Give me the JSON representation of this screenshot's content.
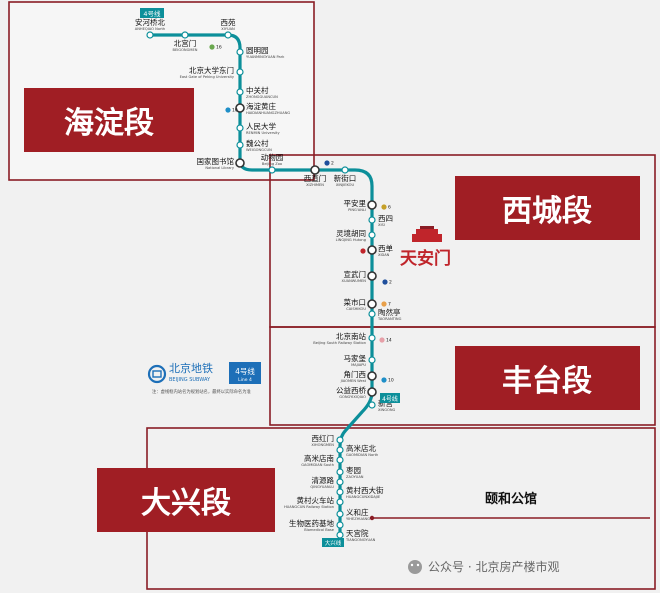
{
  "line": {
    "badge": "4号线",
    "badge_en": "Line 4",
    "color": "#0c8f9a"
  },
  "segments": [
    {
      "label": "海淀段"
    },
    {
      "label": "西城段"
    },
    {
      "label": "丰台段"
    },
    {
      "label": "大兴段"
    }
  ],
  "stations": [
    {
      "zh": "安河桥北",
      "en": "ANHEQIAO North"
    },
    {
      "zh": "北宫门",
      "en": "BEIGONGMEN"
    },
    {
      "zh": "西苑",
      "en": "XIYUAN"
    },
    {
      "zh": "圆明园",
      "en": "YUANMINGYUAN Park"
    },
    {
      "zh": "北京大学东门",
      "en": "East Gate of Peking University"
    },
    {
      "zh": "中关村",
      "en": "ZHONGGUANCUN"
    },
    {
      "zh": "海淀黄庄",
      "en": "HAIDIANHUANGZHUANG"
    },
    {
      "zh": "人民大学",
      "en": "RENMIN University"
    },
    {
      "zh": "魏公村",
      "en": "WEIGONGCUN"
    },
    {
      "zh": "国家图书馆",
      "en": "National Library"
    },
    {
      "zh": "动物园",
      "en": "Beijing Zoo"
    },
    {
      "zh": "西直门",
      "en": "XIZHIMEN"
    },
    {
      "zh": "新街口",
      "en": "XINJIEKOU"
    },
    {
      "zh": "平安里",
      "en": "PING'ANLI"
    },
    {
      "zh": "西四",
      "en": "XISI"
    },
    {
      "zh": "灵境胡同",
      "en": "LINGJING Hutong"
    },
    {
      "zh": "西单",
      "en": "XIDAN"
    },
    {
      "zh": "宣武门",
      "en": "XUANWUMEN"
    },
    {
      "zh": "菜市口",
      "en": "CAISHIKOU"
    },
    {
      "zh": "陶然亭",
      "en": "TAORANTING"
    },
    {
      "zh": "北京南站",
      "en": "Beijing South Railway Station"
    },
    {
      "zh": "马家堡",
      "en": "MAJIAPU"
    },
    {
      "zh": "角门西",
      "en": "JIAOMEN West"
    },
    {
      "zh": "公益西桥",
      "en": "GONGYIXIQIAO"
    },
    {
      "zh": "新宫",
      "en": "XINGONG"
    },
    {
      "zh": "西红门",
      "en": "XIHONGMEN"
    },
    {
      "zh": "高米店北",
      "en": "GAOMIDIAN North"
    },
    {
      "zh": "高米店南",
      "en": "GAOMIDIAN South"
    },
    {
      "zh": "枣园",
      "en": "ZAOYUAN"
    },
    {
      "zh": "清源路",
      "en": "QINGYUANLU"
    },
    {
      "zh": "黄村西大街",
      "en": "HUANGCUNXIDAJIE"
    },
    {
      "zh": "黄村火车站",
      "en": "HUANGCUN Railway Station"
    },
    {
      "zh": "义和庄",
      "en": "YIHEZHUANG"
    },
    {
      "zh": "生物医药基地",
      "en": "Biomedical Base"
    },
    {
      "zh": "天宫院",
      "en": "TIANGONGYUAN"
    }
  ],
  "transfers": [
    {
      "label": "16",
      "color": "#6aa84f"
    },
    {
      "label": "10",
      "color": "#1f8fc8"
    },
    {
      "label": "2",
      "color": "#1f4f9c"
    },
    {
      "label": "6",
      "color": "#c5a028"
    },
    {
      "label": "1",
      "color": "#c0252b"
    },
    {
      "label": "2",
      "color": "#1f4f9c"
    },
    {
      "label": "7",
      "color": "#e8a04a"
    },
    {
      "label": "14",
      "color": "#e6a0a8"
    },
    {
      "label": "10",
      "color": "#1f8fc8"
    }
  ],
  "landmarks": {
    "tiananmen": "天安门",
    "yihe": "颐和公馆"
  },
  "logo": {
    "zh": "北京地铁",
    "en": "BEIJING SUBWAY"
  },
  "note": "注：虚线框内站名为规划站名，最终以实际命名为准",
  "daxing_badge": "大兴线",
  "watermark": "公众号 · 北京房产楼市观"
}
